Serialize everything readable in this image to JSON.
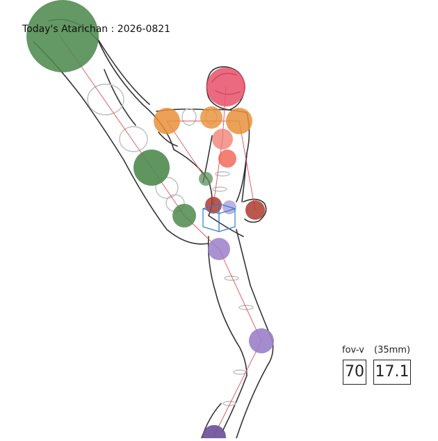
{
  "title": "Today's Atarichan : 2026-0821",
  "camera": {
    "fov_label": "fov-v",
    "lens_label": "(35mm)",
    "fov_value": "70",
    "lens_value": "17.1"
  },
  "colors": {
    "head": "#e8506a",
    "shoulders": "#e8913a",
    "chest": "#f07a70",
    "right_arm": "#4f8a4f",
    "left_hand": "#b03a2e",
    "hips": "#9b7fc9",
    "skeleton_line": "#e0505a",
    "outline": "#333333",
    "guide_circle": "#bbbbbb",
    "gizmo": "#2a7fd4"
  }
}
